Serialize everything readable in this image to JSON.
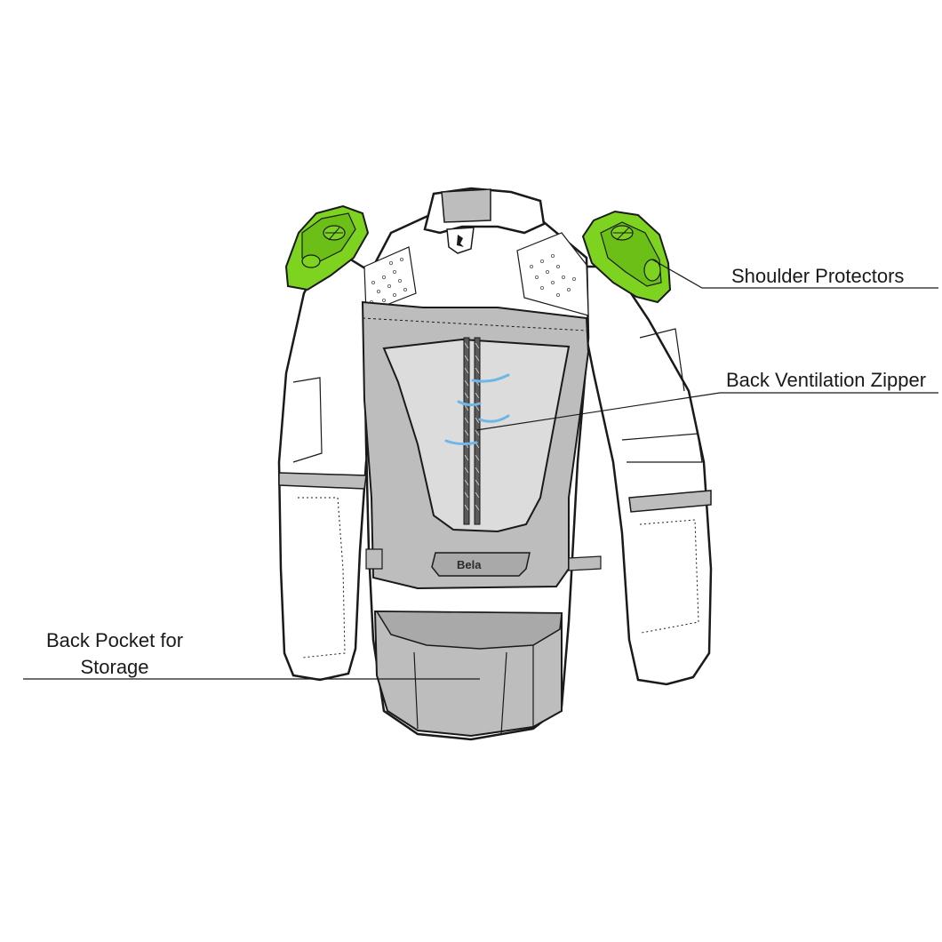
{
  "colors": {
    "outline": "#1a1a1a",
    "jacket_fill": "#ffffff",
    "panel_grey": "#bdbdbd",
    "panel_dark_grey": "#a9a9a9",
    "vent_light": "#dcdcdc",
    "protector_green": "#7ed321",
    "protector_dark": "#4d8a14",
    "air_blue": "#6fb6e6"
  },
  "brand": "Bela",
  "callouts": {
    "shoulder_protectors": "Shoulder Protectors",
    "back_ventilation_zipper": "Back Ventilation Zipper",
    "back_pocket_line1": "Back Pocket for",
    "back_pocket_line2": "Storage"
  },
  "icons": {
    "logo": "bela-logo-icon",
    "protector": "shoulder-protector-icon"
  }
}
